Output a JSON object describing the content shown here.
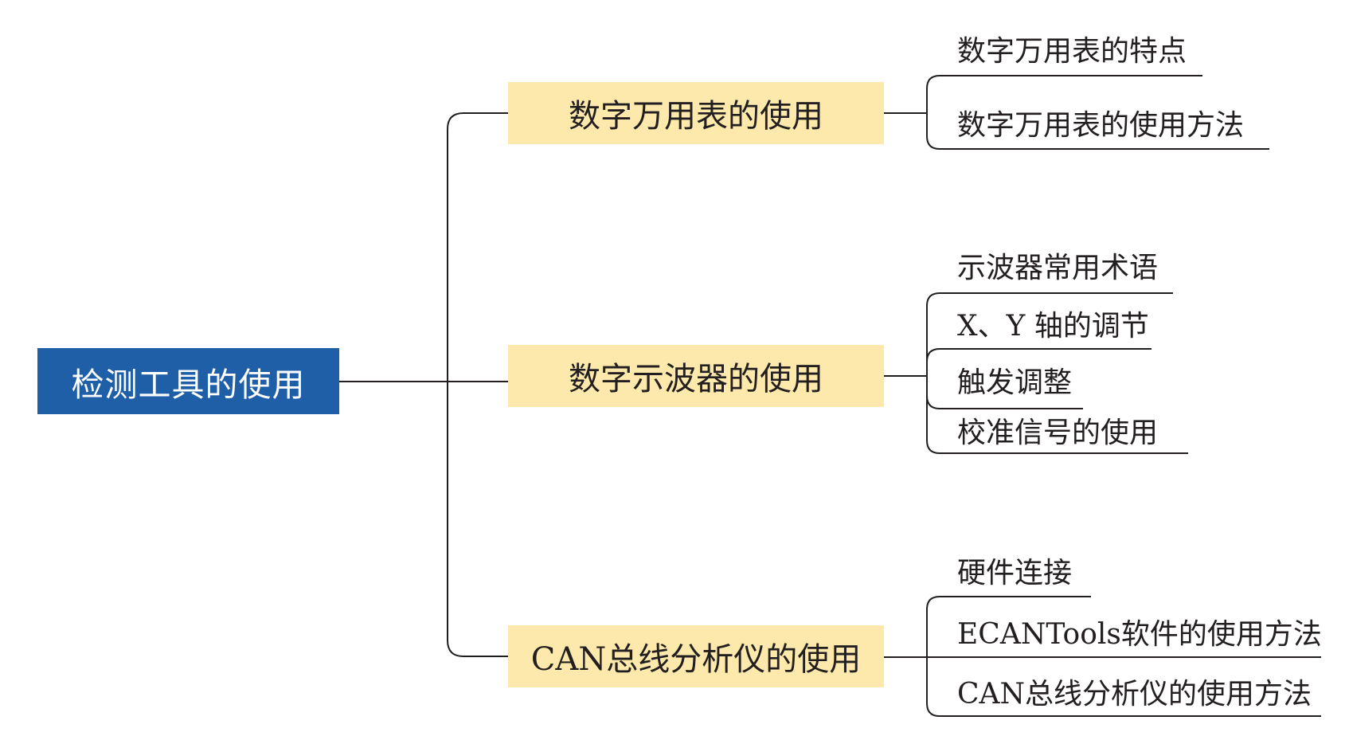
{
  "root": {
    "label": "检测工具的使用",
    "color": "#1f5fa8"
  },
  "branches": [
    {
      "label": "数字万用表的使用",
      "children": [
        "数字万用表的特点",
        "数字万用表的使用方法"
      ]
    },
    {
      "label": "数字示波器的使用",
      "children": [
        "示波器常用术语",
        "X、Y 轴的调节",
        "触发调整",
        "校准信号的使用"
      ]
    },
    {
      "label": "CAN总线分析仪的使用",
      "children": [
        "硬件连接",
        "ECANTools软件的使用方法",
        "CAN总线分析仪的使用方法"
      ]
    }
  ],
  "colors": {
    "branch_fill": "#fce9ab",
    "line": "#231f20"
  }
}
